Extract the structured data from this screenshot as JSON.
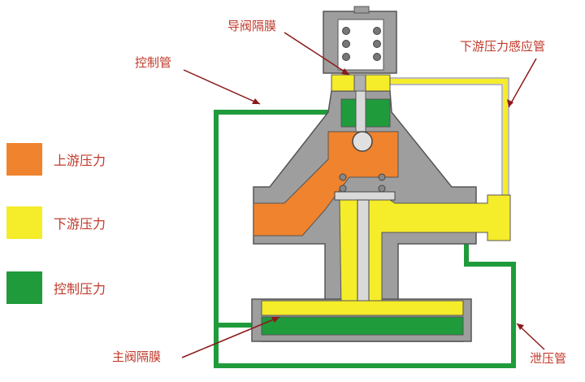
{
  "labels": {
    "pilot_diaphragm": "导阀隔膜",
    "control_pipe": "控制管",
    "downstream_sensing_pipe": "下游压力感应管",
    "main_valve_diaphragm": "主阀隔膜",
    "bleed_pipe": "泄压管"
  },
  "legend": [
    {
      "label": "上游压力",
      "color": "#f0832d"
    },
    {
      "label": "下游压力",
      "color": "#f5ec2a"
    },
    {
      "label": "控制压力",
      "color": "#1f9b3c"
    }
  ],
  "colors": {
    "body": "#9e9e9e",
    "outline": "#555555",
    "upstream": "#f0832d",
    "downstream": "#f5ec2a",
    "control": "#1f9b3c",
    "annotation": "#c0392b"
  }
}
